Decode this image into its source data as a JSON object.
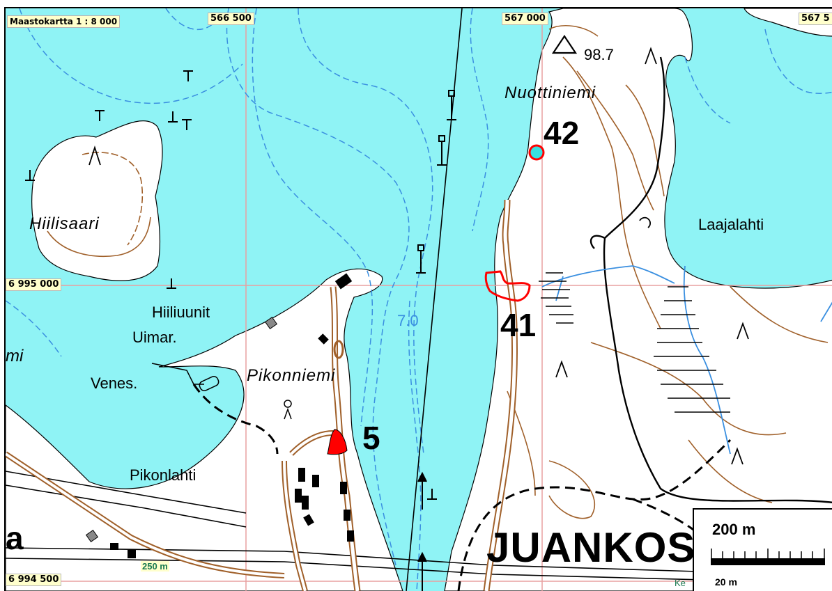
{
  "map": {
    "title": "Maastokartta 1 : 8 000",
    "coords": {
      "x1": "566 500",
      "x2": "567 000",
      "x3": "567 5",
      "y1": "6 995 000",
      "y2": "6 994 500"
    },
    "elevation": "98.7",
    "depth": "7.0",
    "places": {
      "nuottiniemi": "Nuottiniemi",
      "hiilisaari": "Hiilisaari",
      "laajalahti": "Laajalahti",
      "hiiliuunit": "Hiiliuunit",
      "uimar": "Uimar.",
      "venes": "Venes.",
      "pikonniemi": "Pikonniemi",
      "pikonlahti": "Pikonlahti",
      "juankoski": "JUANKOS",
      "mi": "mi",
      "a": "a",
      "ke": "Ke",
      "small_250": "250 m"
    },
    "sites": [
      "42",
      "41",
      "5"
    ],
    "scale": {
      "main": "200 m",
      "sub": "20 m"
    },
    "colors": {
      "water": "#8ff3f5",
      "land": "#ffffff",
      "contour": "#a0602a",
      "road": "#a0602a",
      "grid": "#e8a0a0",
      "stream": "#3a8fe0",
      "site_outline": "#ff0000",
      "site_fill": "#ff0000"
    },
    "icons": [
      "triangle-survey-icon",
      "hill-icon",
      "building-icon",
      "site-circle-icon",
      "marsh-icon",
      "tower-icon"
    ]
  }
}
